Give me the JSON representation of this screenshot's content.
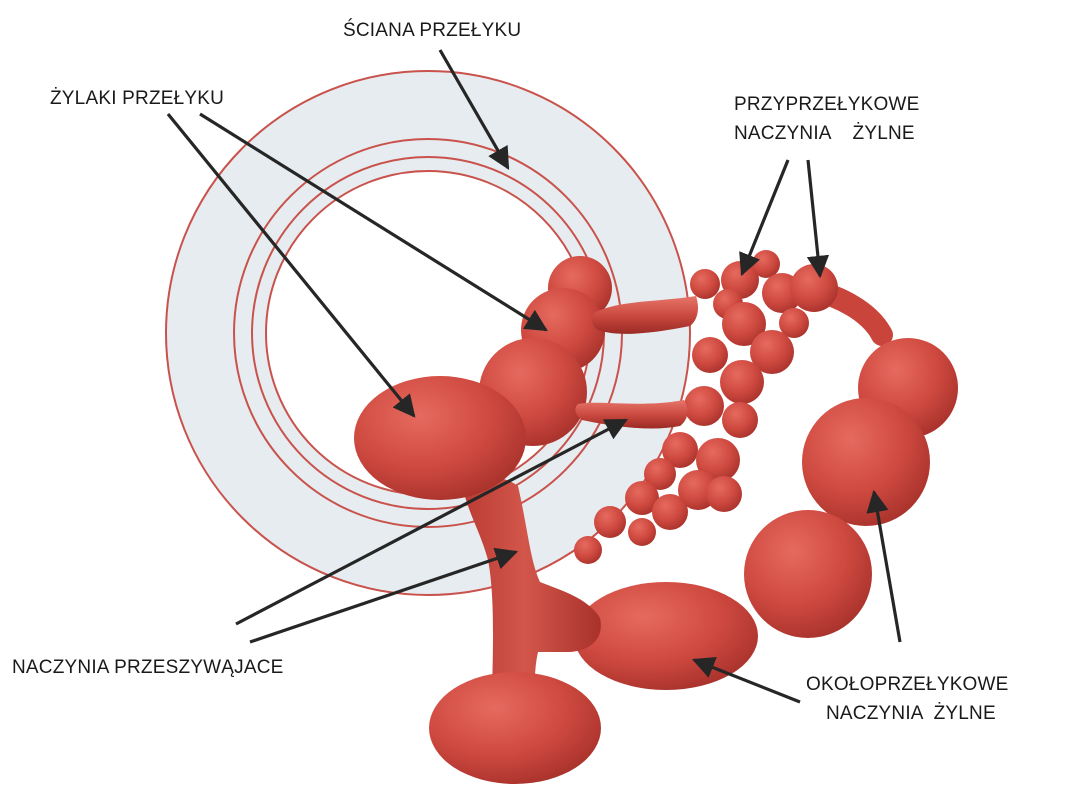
{
  "diagram": {
    "labels": {
      "esophageal_wall": "ŚCIANA PRZEŁYKU",
      "esophageal_varices": "ŻYLAKI PRZEŁYKU",
      "paraesophageal_line1": "PRZYPRZEŁYKOWE",
      "paraesophageal_line2": "NACZYNIA    ŻYLNE",
      "perforating_vessels": "NACZYNIA PRZESZYWĄJACE",
      "periesophageal_line1": "OKOŁOPRZEŁYKOWE",
      "periesophageal_line2": "NACZYNIA  ŻYLNE"
    },
    "colors": {
      "vessel": "#cf4a40",
      "vessel_dark": "#8e1f1a",
      "wall_fill": "#e6ecef",
      "wall_line": "#c9524c",
      "arrow": "#262626"
    }
  }
}
